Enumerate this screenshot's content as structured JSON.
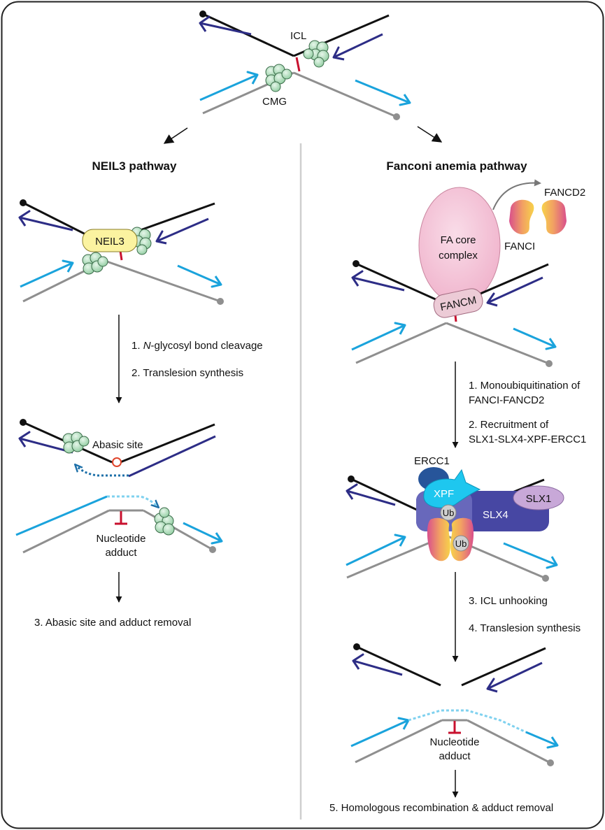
{
  "colors": {
    "black_strand": "#111111",
    "grey_strand": "#8f8f8f",
    "dark_blue": "#2d2d86",
    "light_blue": "#1aa3dc",
    "icl_red": "#c8102e",
    "cmg_green": "#a7d8b3",
    "neil3_yellow": "#fbf3a0",
    "fa_pink": "#f4c2d6",
    "fancm_pink": "#eccbd6",
    "ercc1_blue": "#27559a",
    "xpf_cyan": "#1ec7ef",
    "slx4_purple": "#4747a3",
    "slx1_lilac": "#c8a8d8",
    "ub_grey": "#cfcfcf"
  },
  "top": {
    "icl_label": "ICL",
    "cmg_label": "CMG"
  },
  "neil3": {
    "title": "NEIL3 pathway",
    "protein_label": "NEIL3",
    "step1_num": "1.",
    "step1_em": "N",
    "step1_rest": "-glycosyl bond cleavage",
    "step2": "2. Translesion synthesis",
    "abasic_label": "Abasic site",
    "adduct_line1": "Nucleotide",
    "adduct_line2": "adduct",
    "step3": "3. Abasic site and adduct removal"
  },
  "fa": {
    "title": "Fanconi anemia pathway",
    "core_line1": "FA core",
    "core_line2": "complex",
    "fancd2_label": "FANCD2",
    "fanci_label": "FANCI",
    "fancm_label": "FANCM",
    "step1_line1": "1. Monoubiquitination of",
    "step1_line2": "FANCI-FANCD2",
    "step2_line1": "2. Recruitment of",
    "step2_line2": "SLX1-SLX4-XPF-ERCC1",
    "ercc1_label": "ERCC1",
    "xpf_label": "XPF",
    "slx1_label": "SLX1",
    "slx4_label": "SLX4",
    "ub_label": "Ub",
    "step3": "3. ICL unhooking",
    "step4": "4. Translesion synthesis",
    "adduct_line1": "Nucleotide",
    "adduct_line2": "adduct",
    "step5": "5. Homologous recombination & adduct removal"
  }
}
